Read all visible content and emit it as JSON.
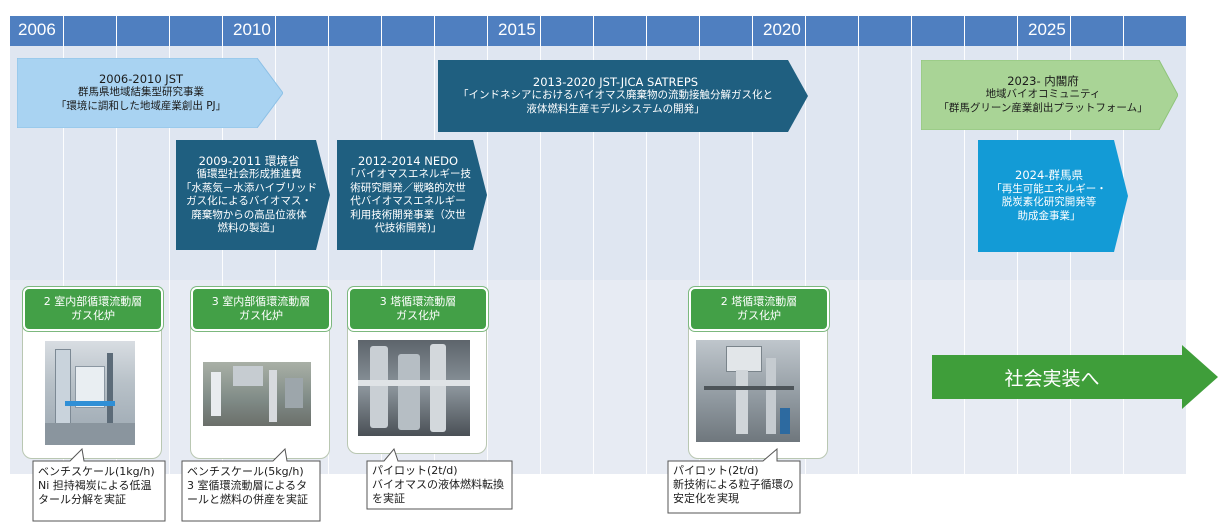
{
  "timeline": {
    "years": [
      "2006",
      "2010",
      "2015",
      "2020",
      "2025"
    ]
  },
  "projects": [
    {
      "id": "jst",
      "title": "2006-2010 JST",
      "lines": [
        "群馬県地域結集型研究事業",
        "「環境に調和した地域産業創出 PJ」"
      ],
      "color": "#a9d3f2"
    },
    {
      "id": "env",
      "title": "2009-2011 環境省",
      "lines": [
        "循環型社会形成推進費",
        "「水蒸気－水添ハイブリッド",
        "ガス化によるバイオマス・",
        "廃棄物からの高品位液体",
        "燃料の製造」"
      ],
      "color": "#1f5f80"
    },
    {
      "id": "nedo",
      "title": "2012-2014 NEDO",
      "lines": [
        "「バイオマスエネルギー技",
        "術研究開発／戦略的次世",
        "代バイオマスエネルギー",
        "利用技術開発事業（次世",
        "代技術開発)」"
      ],
      "color": "#1f5f80"
    },
    {
      "id": "satreps",
      "title": "2013-2020 JST-JICA SATREPS",
      "lines": [
        "「インドネシアにおけるバイオマス廃棄物の流動接触分解ガス化と",
        "液体燃料生産モデルシステムの開発」"
      ],
      "color": "#1f5f80"
    },
    {
      "id": "cabinet",
      "title": "2023- 内閣府",
      "lines": [
        "地域バイオコミュニティ",
        "「群馬グリーン産業創出プラットフォーム」"
      ],
      "color": "#a9d496"
    },
    {
      "id": "gunma",
      "title": "2024-群馬県",
      "lines": [
        "「再生可能エネルギー・",
        "脱炭素化研究開発等",
        "助成金事業」"
      ],
      "color": "#139bd6"
    }
  ],
  "reactors": [
    {
      "id": "r1",
      "lines": [
        "2 室内部循環流動層",
        "ガス化炉"
      ],
      "callout": [
        "ベンチスケール(1kg/h)",
        "Ni 担持褐炭による低温",
        "タール分解を実証"
      ]
    },
    {
      "id": "r2",
      "lines": [
        "3 室内部循環流動層",
        "ガス化炉"
      ],
      "callout": [
        "ベンチスケール(5kg/h)",
        "3 室循環流動層によるタ",
        "ールと燃料の併産を実証"
      ]
    },
    {
      "id": "r3",
      "lines": [
        "3 塔循環流動層",
        "ガス化炉"
      ],
      "callout": [
        "パイロット(2t/d)",
        "バイオマスの液体燃料転換",
        "を実証"
      ]
    },
    {
      "id": "r4",
      "lines": [
        "2 塔循環流動層",
        "ガス化炉"
      ],
      "callout": [
        "パイロット(2t/d)",
        "新技術による粒子循環の",
        "安定化を実現"
      ]
    }
  ],
  "implementation": {
    "label": "社会実装へ",
    "color": "#3f9e3a"
  }
}
